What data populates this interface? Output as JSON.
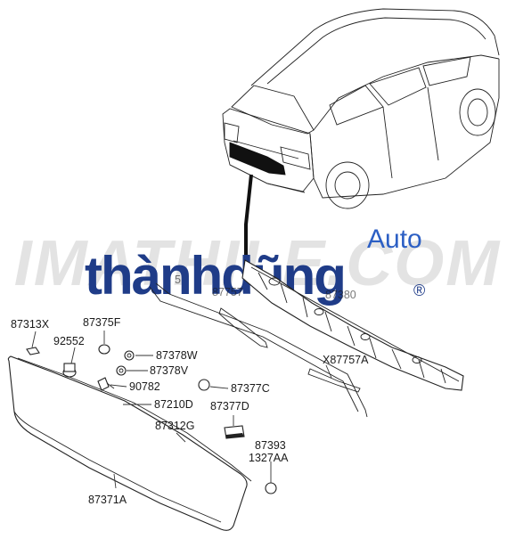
{
  "watermark": {
    "background_text": "IMATHILE.COM",
    "brand_main": "thànhdũng",
    "brand_sub": "Auto",
    "registered_mark": "®",
    "colors": {
      "brand_dark": "#1f3c88",
      "brand_blue": "#2c5fc4",
      "bg_text": "#d9d9d9"
    }
  },
  "parts": {
    "p87313X": "87313X",
    "p87375F": "87375F",
    "p92552": "92552",
    "p87378W": "87378W",
    "p87378V": "87378V",
    "p90782": "90782",
    "p87377C": "87377C",
    "p87210D": "87210D",
    "p87377D": "87377D",
    "p87312G": "87312G",
    "p87393": "87393",
    "p1327AA": "1327AA",
    "p87371A": "87371A",
    "pX87757A": "X87757A",
    "p87757_partial": "87757",
    "p87380_partial": "87380",
    "p5_partial": "5"
  }
}
